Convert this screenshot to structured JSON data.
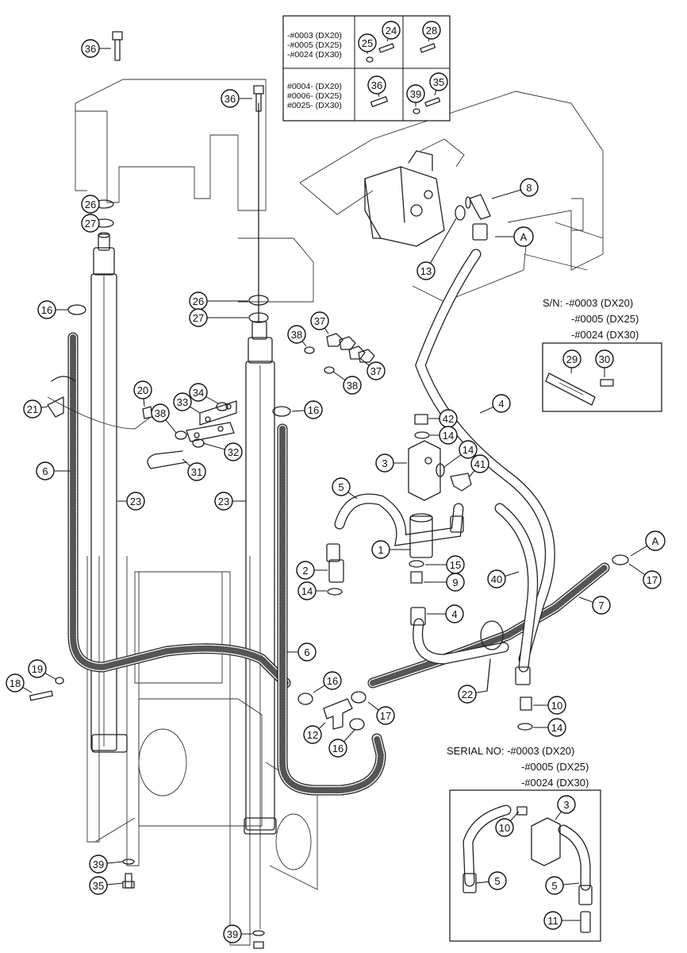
{
  "serial_table": {
    "row1": [
      "-#0003 (DX20)",
      "-#0005 (DX25)",
      "-#0024 (DX30)"
    ],
    "row2": [
      "#0004- (DX20)",
      "#0006- (DX25)",
      "#0025- (DX30)"
    ]
  },
  "sn_note": {
    "line1": "S/N: -#0003 (DX20)",
    "line2": "-#0005 (DX25)",
    "line3": "-#0024 (DX30)"
  },
  "serial_note": {
    "line1": "SERIAL NO: -#0003 (DX20)",
    "line2": "-#0005 (DX25)",
    "line3": "-#0024 (DX30)"
  },
  "callouts": [
    {
      "label": "36"
    },
    {
      "label": "36"
    },
    {
      "label": "26"
    },
    {
      "label": "27"
    },
    {
      "label": "16"
    },
    {
      "label": "26"
    },
    {
      "label": "27"
    },
    {
      "label": "37"
    },
    {
      "label": "38"
    },
    {
      "label": "37"
    },
    {
      "label": "38"
    },
    {
      "label": "20"
    },
    {
      "label": "21"
    },
    {
      "label": "34"
    },
    {
      "label": "33"
    },
    {
      "label": "16"
    },
    {
      "label": "38"
    },
    {
      "label": "32"
    },
    {
      "label": "31"
    },
    {
      "label": "6"
    },
    {
      "label": "23"
    },
    {
      "label": "23"
    },
    {
      "label": "8"
    },
    {
      "label": "A"
    },
    {
      "label": "13"
    },
    {
      "label": "4"
    },
    {
      "label": "42"
    },
    {
      "label": "14"
    },
    {
      "label": "3"
    },
    {
      "label": "14"
    },
    {
      "label": "41"
    },
    {
      "label": "5"
    },
    {
      "label": "1"
    },
    {
      "label": "2"
    },
    {
      "label": "15"
    },
    {
      "label": "9"
    },
    {
      "label": "14"
    },
    {
      "label": "40"
    },
    {
      "label": "4"
    },
    {
      "label": "A"
    },
    {
      "label": "17"
    },
    {
      "label": "7"
    },
    {
      "label": "6"
    },
    {
      "label": "19"
    },
    {
      "label": "18"
    },
    {
      "label": "16"
    },
    {
      "label": "17"
    },
    {
      "label": "12"
    },
    {
      "label": "16"
    },
    {
      "label": "22"
    },
    {
      "label": "10"
    },
    {
      "label": "14"
    },
    {
      "label": "3"
    },
    {
      "label": "10"
    },
    {
      "label": "5"
    },
    {
      "label": "5"
    },
    {
      "label": "11"
    },
    {
      "label": "39"
    },
    {
      "label": "35"
    },
    {
      "label": "39"
    },
    {
      "label": "29"
    },
    {
      "label": "30"
    },
    {
      "label": "25"
    },
    {
      "label": "24"
    },
    {
      "label": "28"
    },
    {
      "label": "36"
    },
    {
      "label": "39"
    },
    {
      "label": "35"
    }
  ]
}
